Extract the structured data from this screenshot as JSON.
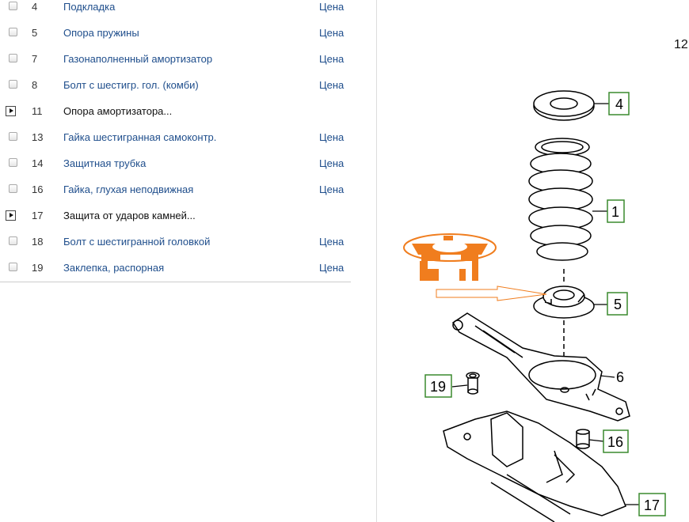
{
  "parts": [
    {
      "number": "4",
      "name": "Подкладка",
      "price": "Цена",
      "type": "item"
    },
    {
      "number": "5",
      "name": "Опора пружины",
      "price": "Цена",
      "type": "item"
    },
    {
      "number": "7",
      "name": "Газонаполненный амортизатор",
      "price": "Цена",
      "type": "item"
    },
    {
      "number": "8",
      "name": "Болт с шестигр. гол. (комби)",
      "price": "Цена",
      "type": "item"
    },
    {
      "number": "11",
      "name": "Опора амортизатора...",
      "price": "",
      "type": "group"
    },
    {
      "number": "13",
      "name": "Гайка шестигранная самоконтр.",
      "price": "Цена",
      "type": "item"
    },
    {
      "number": "14",
      "name": "Защитная трубка",
      "price": "Цена",
      "type": "item"
    },
    {
      "number": "16",
      "name": "Гайка, глухая неподвижная",
      "price": "Цена",
      "type": "item"
    },
    {
      "number": "17",
      "name": "Защита от ударов камней...",
      "price": "",
      "type": "group"
    },
    {
      "number": "18",
      "name": "Болт с шестигранной головкой",
      "price": "Цена",
      "type": "item"
    },
    {
      "number": "19",
      "name": "Заклепка, распорная",
      "price": "Цена",
      "type": "item"
    }
  ],
  "diagram": {
    "page_number": "12",
    "callouts": [
      "4",
      "1",
      "5",
      "6",
      "19",
      "16",
      "17"
    ],
    "highlight_color": "#f07d1e"
  }
}
